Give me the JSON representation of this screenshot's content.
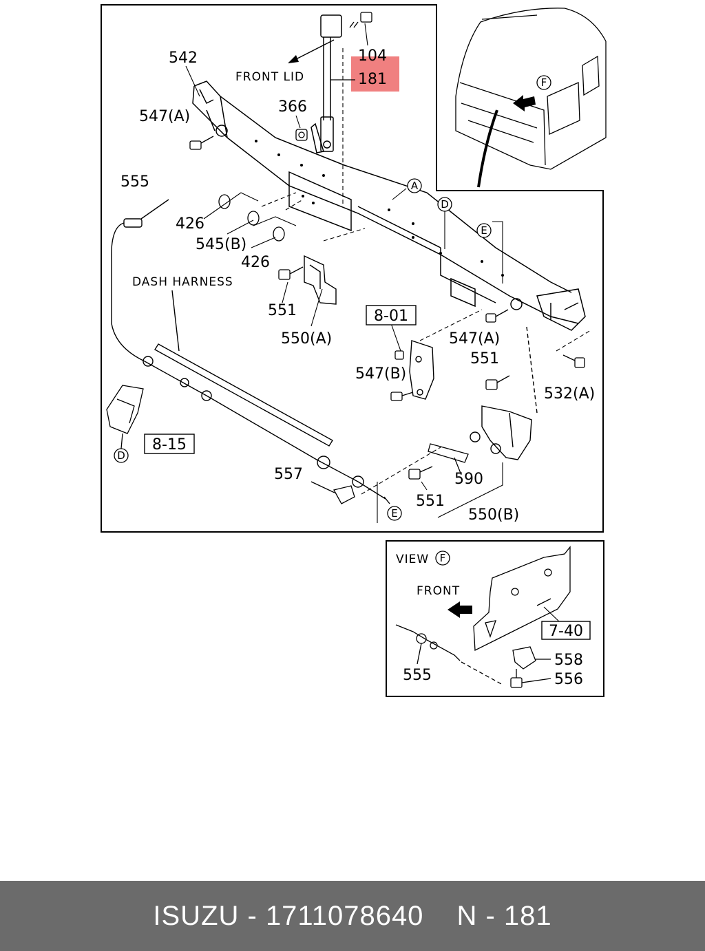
{
  "diagram": {
    "main": {
      "captions": {
        "front_lid": "FRONT LID",
        "dash_harness": "DASH HARNESS"
      },
      "parts": {
        "p542": "542",
        "p104": "104",
        "p181": "181",
        "p366": "366",
        "p547a_top": "547(A)",
        "p555": "555",
        "p426_a": "426",
        "p545b": "545(B)",
        "p426_b": "426",
        "p551_a": "551",
        "p550a": "550(A)",
        "p547a_right": "547(A)",
        "p551_b": "551",
        "p547b": "547(B)",
        "p532a": "532(A)",
        "p557": "557",
        "p590": "590",
        "p551_c": "551",
        "p550b": "550(B)"
      },
      "refs": {
        "r801": "8-01",
        "r815": "8-15"
      },
      "markers": {
        "A": "A",
        "D_top": "D",
        "E_top": "E",
        "D_left": "D",
        "E_bottom": "E",
        "F_cab": "F"
      }
    },
    "view_f": {
      "title": "VIEW",
      "title_marker": "F",
      "front": "FRONT",
      "ref": "7-40",
      "parts": {
        "p558": "558",
        "p556": "556",
        "p555": "555"
      }
    },
    "highlight_color": "#f08080"
  },
  "footer": {
    "brand_part": "ISUZU - 1711078640",
    "sheet": "N - 181"
  }
}
